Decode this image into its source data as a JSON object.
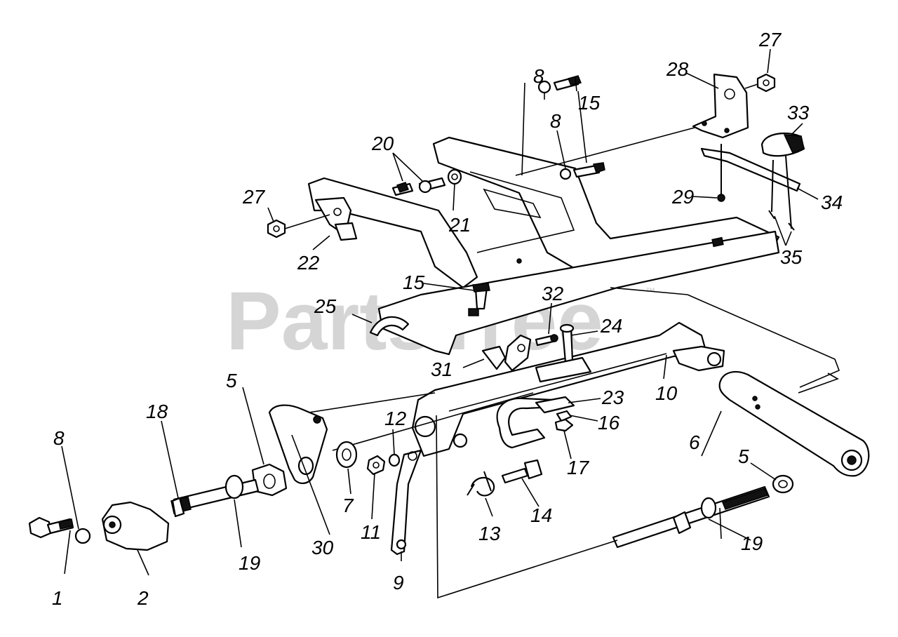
{
  "watermark": {
    "text": "PartsTree",
    "trademark": "™"
  },
  "callouts": [
    "1",
    "2",
    "5",
    "5",
    "6",
    "7",
    "8",
    "8",
    "8",
    "9",
    "10",
    "11",
    "12",
    "13",
    "14",
    "15",
    "15",
    "16",
    "17",
    "18",
    "19",
    "19",
    "20",
    "21",
    "22",
    "23",
    "24",
    "25",
    "27",
    "27",
    "28",
    "29",
    "30",
    "31",
    "32",
    "33",
    "34",
    "35"
  ]
}
